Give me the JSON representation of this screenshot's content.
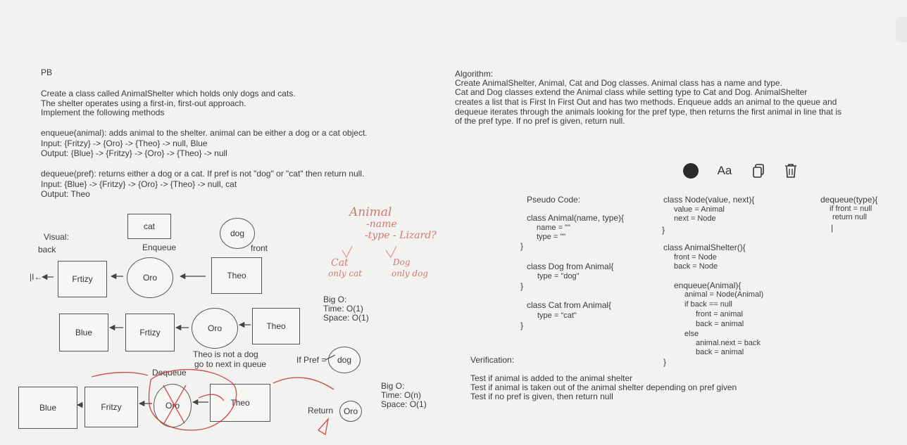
{
  "problem": {
    "label": "PB",
    "description": [
      "Create a class called AnimalShelter which holds only dogs and cats.",
      "The shelter operates using a first-in, first-out approach.",
      "Implement the following methods"
    ],
    "enqueue": {
      "signature": "enqueue(animal): adds animal to the shelter. animal can be either a dog or a cat object.",
      "input": "Input: {Fritzy} -> {Oro} -> {Theo} -> null, Blue",
      "output": "Output: {Blue} -> {Fritzy} -> {Oro} -> {Theo} -> null"
    },
    "dequeue": {
      "signature": "dequeue(pref): returns either a dog or a cat. If pref is not \"dog\" or \"cat\" then return null.",
      "input": "Input: {Blue} -> {Fritzy} -> {Oro} -> {Theo} -> null, cat",
      "output": "Output: Theo"
    }
  },
  "algorithm": {
    "label": "Algorithm:",
    "lines": [
      "Create AnimalShelter, Animal, Cat and Dog classes.  Animal class has a name and type.",
      "Cat and Dog classes extend the Animal class while setting type to Cat and Dog. AnimalShelter",
      "creates a list that is First In First Out and has two methods.  Enqueue adds an animal to the queue and",
      "dequeue iterates through the animals looking for the pref type, then returns the first animal in line that is",
      "of the pref type.  If no pref is given, return null."
    ]
  },
  "visual": {
    "label": "Visual:",
    "cat": "cat",
    "dog": "dog",
    "back": "back",
    "enqueue": "Enqueue",
    "front": "front",
    "row1": [
      "Frtizy",
      "Oro",
      "Theo"
    ],
    "null_mark": "|I←",
    "row2": [
      "Blue",
      "Frtizy",
      "Oro",
      "Theo"
    ],
    "theo_note": [
      "Theo is not a dog",
      "go to next in queue"
    ],
    "dequeue": "Dequeue",
    "if_pref": "If Pref =",
    "pref_value": "dog",
    "row3": [
      "Blue",
      "Fritzy",
      "Oro",
      "Theo"
    ],
    "return_label": "Return",
    "return_value": "Oro"
  },
  "handwriting": {
    "animal": "Animal",
    "name": "-name",
    "type": "-type - Lizard?",
    "cat": "Cat",
    "cat_only": "only cat",
    "dog": "Dog",
    "dog_only": "only dog"
  },
  "big_o_enqueue": {
    "label": "Big O:",
    "time": "Time: O(1)",
    "space": "Space: O(1)"
  },
  "big_o_dequeue": {
    "label": "Big O:",
    "time": "Time: O(n)",
    "space": "Space: O(1)"
  },
  "pseudo": {
    "label": "Pseudo Code:",
    "animal": [
      "class Animal(name, type){",
      "name = \"\"",
      "type = \"\"",
      "}"
    ],
    "dog": [
      "class Dog from Animal{",
      "type = \"dog\"",
      "}"
    ],
    "cat": [
      "class Cat from Animal{",
      "type = \"cat\"",
      "}"
    ]
  },
  "node_class": [
    "class Node(value, next){",
    "value = Animal",
    "next = Node",
    "}"
  ],
  "shelter_class": {
    "header": [
      "class AnimalShelter(){",
      "front = Node",
      "back = Node"
    ],
    "enqueue": [
      "enqueue(Animal){",
      "animal = Node(Animal)",
      "if back == null",
      "front = animal",
      "back = animal",
      "else",
      "animal.next = back",
      "back = animal",
      "}"
    ]
  },
  "dequeue_code": [
    "dequeue(type){",
    "if front = null",
    "return null",
    "|"
  ],
  "verification": {
    "label": "Verification:",
    "tests": [
      "Test if animal is added to the animal shelter",
      "Test if animal is taken out of the animal shelter depending on pref given",
      "Test if no pref is given, then return null"
    ]
  },
  "toolbar": {
    "font_label": "Aa",
    "color_icon": "color-dot-icon",
    "copy_icon": "copy-icon",
    "delete_icon": "trash-icon",
    "color": "#2b2b2b"
  },
  "colors": {
    "ink": "#3b3b3b",
    "pen": "#c9382f",
    "highlighter": "#cf7a6e"
  }
}
